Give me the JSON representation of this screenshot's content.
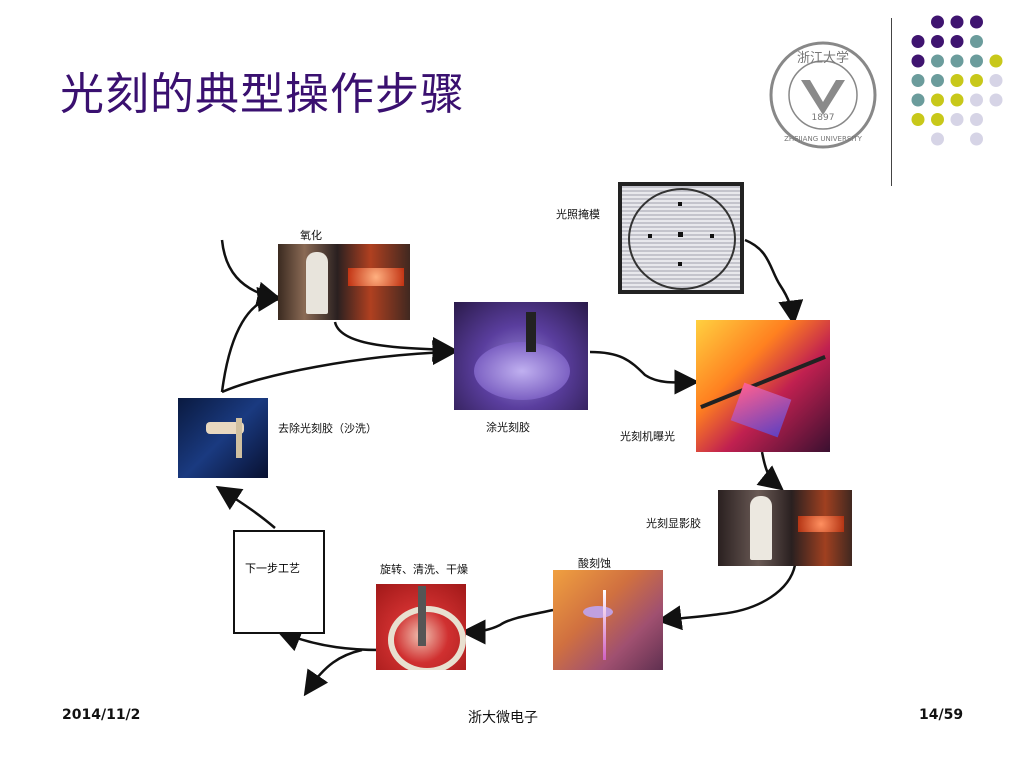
{
  "slide": {
    "title": "光刻的典型操作步骤"
  },
  "logo": {
    "name": "浙江大学",
    "year": "1897",
    "english": "ZHEJIANG UNIVERSITY"
  },
  "diagram": {
    "steps": {
      "oxidation": "氧化",
      "mask": "光照掩模",
      "coating": "涂光刻胶",
      "exposure": "光刻机曝光",
      "develop": "光刻显影胶",
      "etch": "酸刻蚀",
      "spin_clean": "旋转、清洗、干燥",
      "next_step": "下一步工艺",
      "strip": "去除光刻胶（沙洗）"
    }
  },
  "footer": {
    "date": "2014/11/2",
    "center": "浙大微电子",
    "page": "14/59"
  },
  "colors": {
    "title": "#3a1070",
    "dot_purple": "#3f1470",
    "dot_teal": "#6b9c9c",
    "dot_yellow": "#c8c81a",
    "dot_lavender": "#d6d4e6"
  }
}
